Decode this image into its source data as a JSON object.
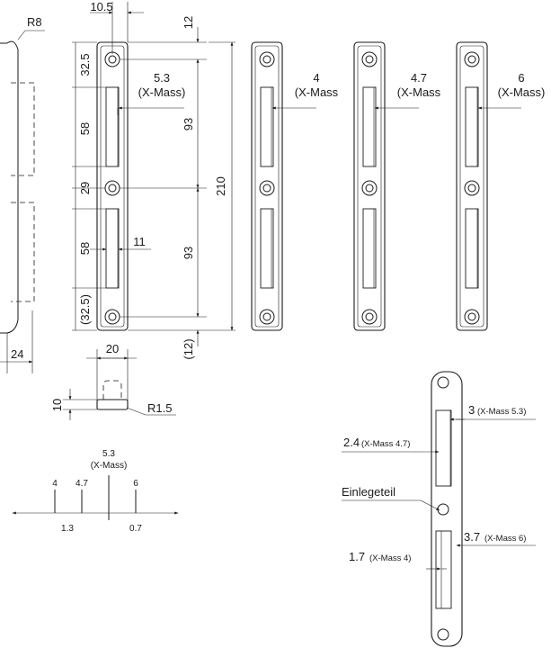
{
  "dims": {
    "top_width": "10.5",
    "top_offset": "12",
    "r_corner": "R8",
    "d_first": "32.5",
    "d_slot1": "58",
    "d_mid": "29",
    "d_slot2": "58",
    "d_last": "(32.5)",
    "d_93a": "93",
    "d_93b": "93",
    "d_total": "210",
    "d_bottom": "(12)",
    "d_11": "11",
    "d_24": "24",
    "d_20": "20",
    "d_10": "10",
    "d_r15": "R1.5"
  },
  "variants": [
    {
      "value": "5.3",
      "label": "(X-Mass)"
    },
    {
      "value": "4",
      "label": "(X-Mass"
    },
    {
      "value": "4.7",
      "label": "(X-Mass"
    },
    {
      "value": "6",
      "label": "(X-Mass)"
    }
  ],
  "scale": {
    "top_value": "5.3",
    "top_label": "(X-Mass)",
    "ticks": [
      "4",
      "4.7",
      "6"
    ],
    "left_span": "1.3",
    "right_span": "0.7"
  },
  "insert": {
    "c1_val": "3",
    "c1_lbl": "(X-Mass 5.3)",
    "c2_val": "2.4",
    "c2_lbl": "(X-Mass 4.7)",
    "insert_label": "Einlegeteil",
    "c3_val": "1.7",
    "c3_lbl": "(X-Mass 4)",
    "c4_val": "3.7",
    "c4_lbl": "(X-Mass 6)"
  }
}
